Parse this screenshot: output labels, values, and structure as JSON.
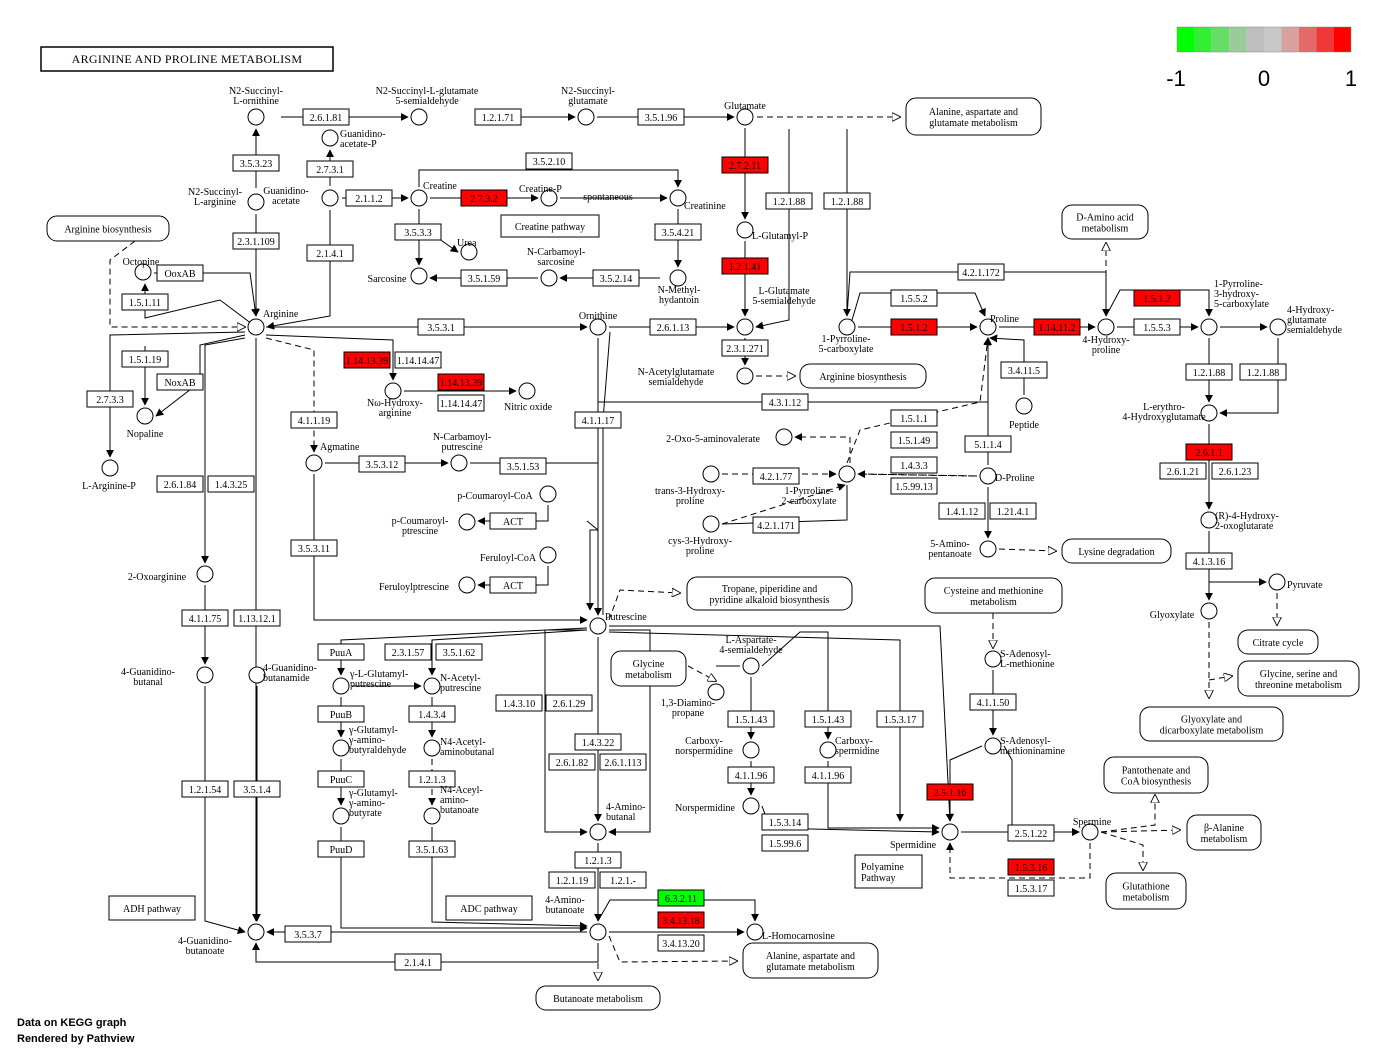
{
  "title": "ARGININE AND PROLINE METABOLISM",
  "legend": {
    "ticks": [
      "-1",
      "0",
      "1"
    ],
    "colors": [
      "#00ff00",
      "#33ee33",
      "#66dd66",
      "#99cc99",
      "#bfbfbf",
      "#c8c8c8",
      "#d9a0a0",
      "#e46a6a",
      "#ee3838",
      "#ff0000"
    ]
  },
  "footer": [
    "Data on KEGG graph",
    "Rendered by Pathview"
  ],
  "enzymes": [
    {
      "id": "e1",
      "label": "2.6.1.81",
      "color": "#ffffff"
    },
    {
      "id": "e2",
      "label": "1.2.1.71",
      "color": "#ffffff"
    },
    {
      "id": "e3",
      "label": "3.5.1.96",
      "color": "#ffffff"
    },
    {
      "id": "e4",
      "label": "3.5.3.23",
      "color": "#ffffff"
    },
    {
      "id": "e5",
      "label": "2.7.3.1",
      "color": "#ffffff"
    },
    {
      "id": "e6",
      "label": "2.1.1.2",
      "color": "#ffffff"
    },
    {
      "id": "e7",
      "label": "2.7.3.2",
      "color": "#ff0000"
    },
    {
      "id": "e8",
      "label": "3.5.2.10",
      "color": "#ffffff"
    },
    {
      "id": "e9",
      "label": "2.3.1.109",
      "color": "#ffffff"
    },
    {
      "id": "e10",
      "label": "3.5.3.3",
      "color": "#ffffff"
    },
    {
      "id": "e11",
      "label": "2.1.4.1",
      "color": "#ffffff"
    },
    {
      "id": "e12",
      "label": "3.5.4.21",
      "color": "#ffffff"
    },
    {
      "id": "e13",
      "label": "3.5.1.59",
      "color": "#ffffff"
    },
    {
      "id": "e14",
      "label": "3.5.2.14",
      "color": "#ffffff"
    },
    {
      "id": "e15",
      "label": "OoxAB",
      "color": "#ffffff"
    },
    {
      "id": "e16",
      "label": "1.5.1.11",
      "color": "#ffffff"
    },
    {
      "id": "e17",
      "label": "1.5.1.19",
      "color": "#ffffff"
    },
    {
      "id": "e18",
      "label": "NoxAB",
      "color": "#ffffff"
    },
    {
      "id": "e19",
      "label": "2.7.3.3",
      "color": "#ffffff"
    },
    {
      "id": "e20",
      "label": "2.7.2.11",
      "color": "#ff0000"
    },
    {
      "id": "e21",
      "label": "1.2.1.41",
      "color": "#ff0000"
    },
    {
      "id": "e22",
      "label": "1.2.1.88",
      "color": "#ffffff"
    },
    {
      "id": "e23",
      "label": "1.2.1.88",
      "color": "#ffffff"
    },
    {
      "id": "e24",
      "label": "3.5.3.1",
      "color": "#ffffff"
    },
    {
      "id": "e25",
      "label": "2.6.1.13",
      "color": "#ffffff"
    },
    {
      "id": "e26",
      "label": "2.3.1.271",
      "color": "#ffffff"
    },
    {
      "id": "e27",
      "label": "4.3.1.12",
      "color": "#ffffff"
    },
    {
      "id": "e28",
      "label": "1.14.13.39",
      "color": "#ff0000"
    },
    {
      "id": "e29",
      "label": "1.14.14.47",
      "color": "#ffffff"
    },
    {
      "id": "e30",
      "label": "1.14.13.39",
      "color": "#ff0000"
    },
    {
      "id": "e31",
      "label": "1.14.14.47",
      "color": "#ffffff"
    },
    {
      "id": "e32",
      "label": "4.2.1.172",
      "color": "#ffffff"
    },
    {
      "id": "e33",
      "label": "1.5.5.2",
      "color": "#ffffff"
    },
    {
      "id": "e34",
      "label": "1.5.1.2",
      "color": "#ff0000"
    },
    {
      "id": "e35",
      "label": "1.14.11.2",
      "color": "#ff0000"
    },
    {
      "id": "e36",
      "label": "1.5.1.2",
      "color": "#ff0000"
    },
    {
      "id": "e37",
      "label": "1.5.5.3",
      "color": "#ffffff"
    },
    {
      "id": "e38",
      "label": "3.4.11.5",
      "color": "#ffffff"
    },
    {
      "id": "e39",
      "label": "1.2.1.88",
      "color": "#ffffff"
    },
    {
      "id": "e40",
      "label": "1.2.1.88",
      "color": "#ffffff"
    },
    {
      "id": "e41",
      "label": "4.1.1.19",
      "color": "#ffffff"
    },
    {
      "id": "e42",
      "label": "4.1.1.17",
      "color": "#ffffff"
    },
    {
      "id": "e43",
      "label": "3.5.3.12",
      "color": "#ffffff"
    },
    {
      "id": "e44",
      "label": "3.5.1.53",
      "color": "#ffffff"
    },
    {
      "id": "e45",
      "label": "1.5.1.1",
      "color": "#ffffff"
    },
    {
      "id": "e46",
      "label": "1.5.1.49",
      "color": "#ffffff"
    },
    {
      "id": "e47",
      "label": "5.1.1.4",
      "color": "#ffffff"
    },
    {
      "id": "e48",
      "label": "2.6.1.1",
      "color": "#ff0000"
    },
    {
      "id": "e49",
      "label": "2.6.1.21",
      "color": "#ffffff"
    },
    {
      "id": "e50",
      "label": "2.6.1.23",
      "color": "#ffffff"
    },
    {
      "id": "e51",
      "label": "4.2.1.77",
      "color": "#ffffff"
    },
    {
      "id": "e52",
      "label": "1.4.3.3",
      "color": "#ffffff"
    },
    {
      "id": "e53",
      "label": "1.5.99.13",
      "color": "#ffffff"
    },
    {
      "id": "e54",
      "label": "4.2.1.171",
      "color": "#ffffff"
    },
    {
      "id": "e55",
      "label": "1.4.1.12",
      "color": "#ffffff"
    },
    {
      "id": "e56",
      "label": "1.21.4.1",
      "color": "#ffffff"
    },
    {
      "id": "e57",
      "label": "4.1.3.16",
      "color": "#ffffff"
    },
    {
      "id": "e58",
      "label": "2.6.1.84",
      "color": "#ffffff"
    },
    {
      "id": "e59",
      "label": "1.4.3.25",
      "color": "#ffffff"
    },
    {
      "id": "e60",
      "label": "ACT",
      "color": "#ffffff"
    },
    {
      "id": "e61",
      "label": "ACT",
      "color": "#ffffff"
    },
    {
      "id": "e62",
      "label": "3.5.3.11",
      "color": "#ffffff"
    },
    {
      "id": "e63",
      "label": "4.1.1.75",
      "color": "#ffffff"
    },
    {
      "id": "e64",
      "label": "1.13.12.1",
      "color": "#ffffff"
    },
    {
      "id": "e65",
      "label": "PuuA",
      "color": "#ffffff"
    },
    {
      "id": "e66",
      "label": "2.3.1.57",
      "color": "#ffffff"
    },
    {
      "id": "e67",
      "label": "3.5.1.62",
      "color": "#ffffff"
    },
    {
      "id": "e68",
      "label": "PuuB",
      "color": "#ffffff"
    },
    {
      "id": "e69",
      "label": "1.4.3.4",
      "color": "#ffffff"
    },
    {
      "id": "e70",
      "label": "1.4.3.10",
      "color": "#ffffff"
    },
    {
      "id": "e71",
      "label": "2.6.1.29",
      "color": "#ffffff"
    },
    {
      "id": "e72",
      "label": "1.5.1.43",
      "color": "#ffffff"
    },
    {
      "id": "e73",
      "label": "1.5.1.43",
      "color": "#ffffff"
    },
    {
      "id": "e74",
      "label": "1.5.3.17",
      "color": "#ffffff"
    },
    {
      "id": "e75",
      "label": "4.1.1.50",
      "color": "#ffffff"
    },
    {
      "id": "e76",
      "label": "1.4.3.22",
      "color": "#ffffff"
    },
    {
      "id": "e77",
      "label": "2.6.1.82",
      "color": "#ffffff"
    },
    {
      "id": "e78",
      "label": "2.6.1.113",
      "color": "#ffffff"
    },
    {
      "id": "e79",
      "label": "PuuC",
      "color": "#ffffff"
    },
    {
      "id": "e80",
      "label": "1.2.1.3",
      "color": "#ffffff"
    },
    {
      "id": "e81",
      "label": "4.1.1.96",
      "color": "#ffffff"
    },
    {
      "id": "e82",
      "label": "4.1.1.96",
      "color": "#ffffff"
    },
    {
      "id": "e83",
      "label": "2.5.1.16",
      "color": "#ff0000"
    },
    {
      "id": "e84",
      "label": "1.2.1.54",
      "color": "#ffffff"
    },
    {
      "id": "e85",
      "label": "3.5.1.4",
      "color": "#ffffff"
    },
    {
      "id": "e86",
      "label": "1.5.3.14",
      "color": "#ffffff"
    },
    {
      "id": "e87",
      "label": "1.5.99.6",
      "color": "#ffffff"
    },
    {
      "id": "e88",
      "label": "2.5.1.22",
      "color": "#ffffff"
    },
    {
      "id": "e89",
      "label": "PuuD",
      "color": "#ffffff"
    },
    {
      "id": "e90",
      "label": "3.5.1.63",
      "color": "#ffffff"
    },
    {
      "id": "e91",
      "label": "1.2.1.3",
      "color": "#ffffff"
    },
    {
      "id": "e92",
      "label": "1.2.1.19",
      "color": "#ffffff"
    },
    {
      "id": "e93",
      "label": "1.2.1.-",
      "color": "#ffffff"
    },
    {
      "id": "e94",
      "label": "1.5.3.16",
      "color": "#ff0000"
    },
    {
      "id": "e95",
      "label": "1.5.3.17",
      "color": "#ffffff"
    },
    {
      "id": "e96",
      "label": "6.3.2.11",
      "color": "#00ff00"
    },
    {
      "id": "e97",
      "label": "3.4.13.18",
      "color": "#ff0000"
    },
    {
      "id": "e98",
      "label": "3.4.13.20",
      "color": "#ffffff"
    },
    {
      "id": "e99",
      "label": "3.5.3.7",
      "color": "#ffffff"
    },
    {
      "id": "e100",
      "label": "2.1.4.1",
      "color": "#ffffff"
    }
  ],
  "compounds": [
    {
      "id": "c1",
      "lines": [
        "N2-Succinyl-",
        "L-ornithine"
      ]
    },
    {
      "id": "c2",
      "lines": [
        "N2-Succinyl-L-glutamate",
        "5-semialdehyde"
      ]
    },
    {
      "id": "c3",
      "lines": [
        "N2-Succinyl-",
        "glutamate"
      ]
    },
    {
      "id": "c4",
      "lines": [
        "Glutamate"
      ]
    },
    {
      "id": "c5",
      "lines": [
        "Guanidino-",
        "acetate-P"
      ]
    },
    {
      "id": "c6",
      "lines": [
        "N2-Succinyl-",
        "L-arginine"
      ]
    },
    {
      "id": "c7",
      "lines": [
        "Guanidino-",
        "acetate"
      ]
    },
    {
      "id": "c8",
      "lines": [
        "Creatine"
      ]
    },
    {
      "id": "c9",
      "lines": [
        "Creatine-P"
      ]
    },
    {
      "id": "c10",
      "lines": [
        "Creatinine"
      ]
    },
    {
      "id": "c11",
      "lines": [
        "L-Glutamyl-P"
      ]
    },
    {
      "id": "c12",
      "lines": [
        "Urea"
      ]
    },
    {
      "id": "c13",
      "lines": [
        "Sarcosine"
      ]
    },
    {
      "id": "c14",
      "lines": [
        "N-Carbamoyl-",
        "sarcosine"
      ]
    },
    {
      "id": "c15",
      "lines": [
        "N-Methyl-",
        "hydantoin"
      ]
    },
    {
      "id": "c16",
      "lines": [
        "Octopine"
      ]
    },
    {
      "id": "c17",
      "lines": [
        "Arginine"
      ]
    },
    {
      "id": "c18",
      "lines": [
        "Ornithine"
      ]
    },
    {
      "id": "c19",
      "lines": [
        "L-Glutamate",
        "5-semialdehyde"
      ]
    },
    {
      "id": "c20",
      "lines": [
        "1-Pyrroline-",
        "5-carboxylate"
      ]
    },
    {
      "id": "c21",
      "lines": [
        "Proline"
      ]
    },
    {
      "id": "c22",
      "lines": [
        "4-Hydroxy-",
        "proline"
      ]
    },
    {
      "id": "c23",
      "lines": [
        "1-Pyrroline-",
        "3-hydroxy-",
        "5-carboxylate"
      ]
    },
    {
      "id": "c24",
      "lines": [
        "4-Hydroxy-",
        "glutamate",
        "semialdehyde"
      ]
    },
    {
      "id": "c25",
      "lines": [
        "N-Acetylglutamate",
        "semialdehyde"
      ]
    },
    {
      "id": "c26",
      "lines": [
        "Nω-Hydroxy-",
        "arginine"
      ]
    },
    {
      "id": "c27",
      "lines": [
        "Nitric oxide"
      ]
    },
    {
      "id": "c28",
      "lines": [
        "Nopaline"
      ]
    },
    {
      "id": "c29",
      "lines": [
        "L-Arginine-P"
      ]
    },
    {
      "id": "c30",
      "lines": [
        "Peptide"
      ]
    },
    {
      "id": "c31",
      "lines": [
        "L-erythro-",
        "4-Hydroxyglutamate"
      ]
    },
    {
      "id": "c32",
      "lines": [
        "2-Oxo-5-aminovalerate"
      ]
    },
    {
      "id": "c33",
      "lines": [
        "Agmatine"
      ]
    },
    {
      "id": "c34",
      "lines": [
        "N-Carbamoyl-",
        "putrescine"
      ]
    },
    {
      "id": "c35",
      "lines": [
        "D-Proline"
      ]
    },
    {
      "id": "c36",
      "lines": [
        "trans-3-Hydroxy-",
        "proline"
      ]
    },
    {
      "id": "c37",
      "lines": [
        "1-Pyrroline-",
        "2-carboxylate"
      ]
    },
    {
      "id": "c38",
      "lines": [
        "cys-3-Hydroxy-",
        "proline"
      ]
    },
    {
      "id": "c39",
      "lines": [
        "(R)-4-Hydroxy-",
        "2-oxoglutarate"
      ]
    },
    {
      "id": "c40",
      "lines": [
        "p-Coumaroyl-CoA"
      ]
    },
    {
      "id": "c41",
      "lines": [
        "p-Coumaroyl-",
        "ptrescine"
      ]
    },
    {
      "id": "c42",
      "lines": [
        "Feruloyl-CoA"
      ]
    },
    {
      "id": "c43",
      "lines": [
        "Feruloylptrescine"
      ]
    },
    {
      "id": "c44",
      "lines": [
        "5-Amino-",
        "pentanoate"
      ]
    },
    {
      "id": "c45",
      "lines": [
        "2-Oxoarginine"
      ]
    },
    {
      "id": "c46",
      "lines": [
        "Putrescine"
      ]
    },
    {
      "id": "c47",
      "lines": [
        "Pyruvate"
      ]
    },
    {
      "id": "c48",
      "lines": [
        "Glyoxylate"
      ]
    },
    {
      "id": "c49",
      "lines": [
        "S-Adenosyl-",
        "L-methionine"
      ]
    },
    {
      "id": "c50",
      "lines": [
        "L-Aspartate-",
        "4-semialdehyde"
      ]
    },
    {
      "id": "c51",
      "lines": [
        "γ-L-Glutamyl-",
        "putrescine"
      ]
    },
    {
      "id": "c52",
      "lines": [
        "N-Acetyl-",
        "putrescine"
      ]
    },
    {
      "id": "c53",
      "lines": [
        "4-Guanidino-",
        "butanal"
      ]
    },
    {
      "id": "c54",
      "lines": [
        "4-Guanidino-",
        "butanamide"
      ]
    },
    {
      "id": "c55",
      "lines": [
        "1,3-Diamino-",
        "propane"
      ]
    },
    {
      "id": "c56",
      "lines": [
        "γ-Glutamyl-",
        "γ-amino-",
        "butyraldehyde"
      ]
    },
    {
      "id": "c57",
      "lines": [
        "N4-Acetyl-",
        "aminobutanal"
      ]
    },
    {
      "id": "c58",
      "lines": [
        "Carboxy-",
        "norspermidine"
      ]
    },
    {
      "id": "c59",
      "lines": [
        "Carboxy-",
        "spermidine"
      ]
    },
    {
      "id": "c60",
      "lines": [
        "S-Adenosyl-",
        "methioninamine"
      ]
    },
    {
      "id": "c61",
      "lines": [
        "Norspermidine"
      ]
    },
    {
      "id": "c62",
      "lines": [
        "γ-Glutamyl-",
        "γ-amino-",
        "butyrate"
      ]
    },
    {
      "id": "c63",
      "lines": [
        "N4-Aceyl-",
        "amino-",
        "butanoate"
      ]
    },
    {
      "id": "c64",
      "lines": [
        "4-Amino-",
        "butanal"
      ]
    },
    {
      "id": "c65",
      "lines": [
        "Spermidine"
      ]
    },
    {
      "id": "c66",
      "lines": [
        "Spermine"
      ]
    },
    {
      "id": "c67",
      "lines": [
        "4-Amino-",
        "butanoate"
      ]
    },
    {
      "id": "c68",
      "lines": [
        "L-Homocarnosine"
      ]
    },
    {
      "id": "c69",
      "lines": [
        "4-Guanidino-",
        "butanoate"
      ]
    }
  ],
  "maps": [
    {
      "id": "m1",
      "lines": [
        "Alanine, aspartate and",
        "glutamate metabolism"
      ]
    },
    {
      "id": "m2",
      "lines": [
        "Arginine biosynthesis"
      ]
    },
    {
      "id": "m3",
      "lines": [
        "D-Amino acid",
        "metabolism"
      ]
    },
    {
      "id": "m4",
      "lines": [
        "Arginine biosynthesis"
      ]
    },
    {
      "id": "m5",
      "lines": [
        "Tropane, piperidine and",
        "pyridine alkaloid biosynthesis"
      ]
    },
    {
      "id": "m6",
      "lines": [
        "Lysine degradation"
      ]
    },
    {
      "id": "m7",
      "lines": [
        "Cysteine and methionine",
        "metabolism"
      ]
    },
    {
      "id": "m8",
      "lines": [
        "Citrate cycle"
      ]
    },
    {
      "id": "m9",
      "lines": [
        "Glycine",
        "metabolism"
      ]
    },
    {
      "id": "m10",
      "lines": [
        "Glycine, serine and",
        "threonine metabolism"
      ]
    },
    {
      "id": "m11",
      "lines": [
        "Glyoxylate and",
        "dicarboxylate metabolism"
      ]
    },
    {
      "id": "m12",
      "lines": [
        "Pantothenate and",
        "CoA biosynthesis"
      ]
    },
    {
      "id": "m13",
      "lines": [
        "β-Alanine",
        "metabolism"
      ]
    },
    {
      "id": "m14",
      "lines": [
        "Glutathione",
        "metabolism"
      ]
    },
    {
      "id": "m15",
      "lines": [
        "Alanine, aspartate and",
        "glutamate metabolism"
      ]
    },
    {
      "id": "m16",
      "lines": [
        "Butanoate metabolism"
      ]
    }
  ],
  "pathway_boxes": [
    {
      "id": "p1",
      "lines": [
        "Creatine pathway"
      ]
    },
    {
      "id": "p2",
      "lines": [
        "ADH pathway"
      ]
    },
    {
      "id": "p3",
      "lines": [
        "ADC pathway"
      ]
    },
    {
      "id": "p4",
      "lines": [
        "Polyamine",
        "Pathway"
      ]
    }
  ],
  "edge_labels": [
    {
      "id": "l1",
      "text": "spontaneous"
    }
  ]
}
